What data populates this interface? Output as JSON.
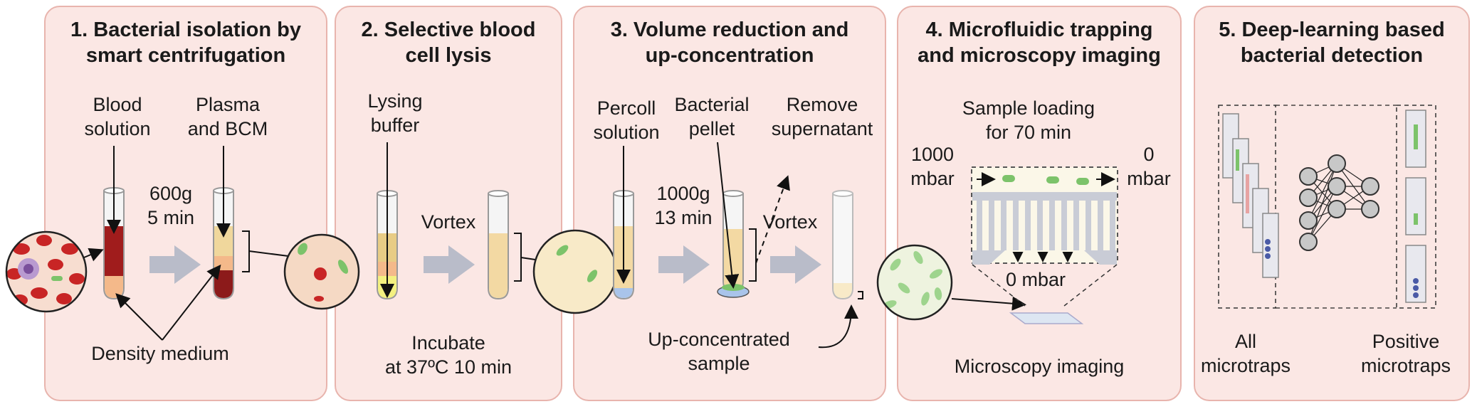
{
  "panels": [
    {
      "title": "1. Bacterial isolation by\nsmart centrifugation",
      "labels": {
        "blood": "Blood\nsolution",
        "plasma": "Plasma\nand BCM",
        "speed": "600g\n5 min",
        "density": "Density medium"
      }
    },
    {
      "title": "2. Selective blood\ncell lysis",
      "labels": {
        "lysing": "Lysing\nbuffer",
        "vortex": "Vortex",
        "incubate": "Incubate\nat 37ºC 10 min"
      }
    },
    {
      "title": "3. Volume reduction and\nup-concentration",
      "labels": {
        "percoll": "Percoll\nsolution",
        "pellet": "Bacterial\npellet",
        "remove": "Remove\nsupernatant",
        "speed": "1000g\n13 min",
        "vortex": "Vortex",
        "upconc": "Up-concentrated\nsample"
      }
    },
    {
      "title": "4. Microfluidic trapping\nand microscopy imaging",
      "labels": {
        "loading": "Sample loading\nfor 70 min",
        "p_left": "1000\nmbar",
        "p_right": "0\nmbar",
        "p_bottom": "0 mbar",
        "imaging": "Microscopy imaging"
      }
    },
    {
      "title": "5. Deep-learning based\nbacterial detection",
      "labels": {
        "all": "All\nmicrotraps",
        "positive": "Positive\nmicrotraps"
      }
    }
  ],
  "colors": {
    "panel_bg": "#fbe7e4",
    "panel_border": "#e8b4ad",
    "blood": "#a01c1c",
    "plasma": "#f0d79c",
    "bacteria": "#7cc36a",
    "arrow": "#b9bcc9"
  }
}
